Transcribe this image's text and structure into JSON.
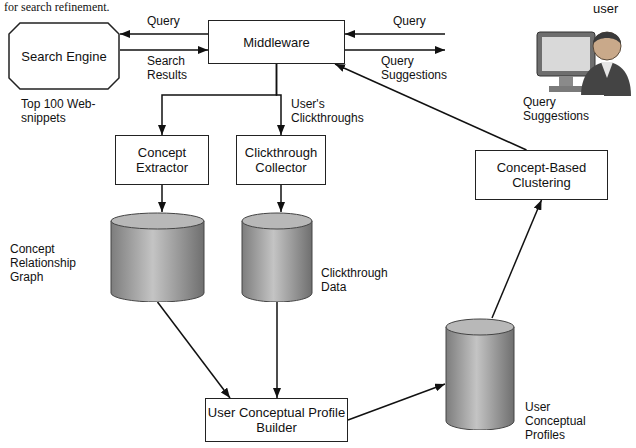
{
  "diagram": {
    "nodes": [
      {
        "text": [
          "Search Engine"
        ]
      },
      {
        "text": [
          "Middleware"
        ]
      },
      {
        "text": [
          "user"
        ]
      },
      {
        "text": [
          "Concept Extractor"
        ]
      },
      {
        "text": [
          "Clickthrough Collector"
        ]
      },
      {
        "text": [
          "Concept-Based Clustering"
        ]
      },
      {
        "text": [
          "Concept Relationship Graph"
        ]
      },
      {
        "text": [
          "Clickthrough Data"
        ]
      },
      {
        "text": [
          "User Conceptual Profile Builder"
        ]
      },
      {
        "text": [
          "User Conceptual Profiles"
        ]
      }
    ],
    "edges": [
      {
        "from": 1,
        "to": 0,
        "label": "Query",
        "arrow": "to"
      },
      {
        "from": 0,
        "to": 1,
        "label": "Search Results",
        "arrow": "to"
      },
      {
        "from": 2,
        "to": 1,
        "label": "Query",
        "arrow": "to"
      },
      {
        "from": 1,
        "to": 2,
        "label": "Query Suggestions",
        "arrow": "to"
      },
      {
        "from": 1,
        "to": 3,
        "label": "Top 100 Web-snippets",
        "arrow": "to"
      },
      {
        "from": 1,
        "to": 4,
        "label": "User's Clickthroughs",
        "arrow": "to"
      },
      {
        "from": 3,
        "to": 6,
        "arrow": "to"
      },
      {
        "from": 4,
        "to": 7,
        "arrow": "to"
      },
      {
        "from": 6,
        "to": 8,
        "arrow": "to"
      },
      {
        "from": 7,
        "to": 8,
        "arrow": "to"
      },
      {
        "from": 8,
        "to": 9,
        "arrow": "to"
      },
      {
        "from": 9,
        "to": 5,
        "arrow": "to"
      },
      {
        "from": 5,
        "to": 1,
        "label": "Query Suggestions",
        "arrow": "to"
      }
    ],
    "labels": [
      "for search refinement."
    ]
  }
}
